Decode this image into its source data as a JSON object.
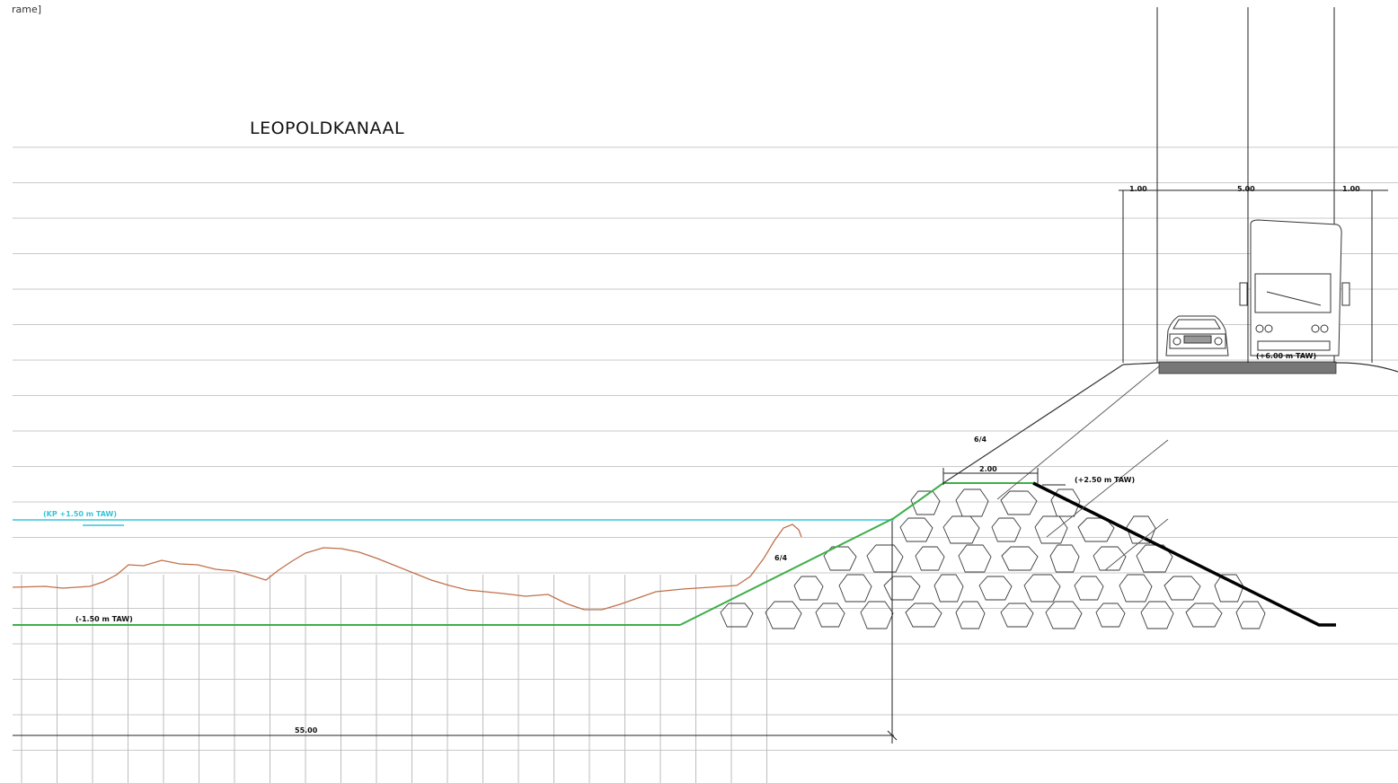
{
  "window": {
    "title_fragment": "rame]"
  },
  "drawing": {
    "title": "LEOPOLDKANAAL",
    "labels": {
      "water_level": "(KP +1.50 m TAW)",
      "bottom_level": "(-1.50 m TAW)",
      "slope_upper": "6/4",
      "slope_lower": "6/4",
      "berm_width": "2.00",
      "berm_level": "(+2.50 m TAW)",
      "road_level": "(+6.00 m TAW)",
      "horizontal_distance": "55.00",
      "road_dim_left": "1.00",
      "road_dim_middle": "5.00",
      "road_dim_right": "1.00"
    },
    "colors": {
      "water": "#35c6d8",
      "canal_bottom": "#3fae4a",
      "terrain_profile": "#c0704a",
      "grid": "#c9c9c9",
      "ink": "#222222"
    },
    "icons": [
      "car-icon",
      "truck-icon",
      "riprap-stone-pattern"
    ]
  }
}
